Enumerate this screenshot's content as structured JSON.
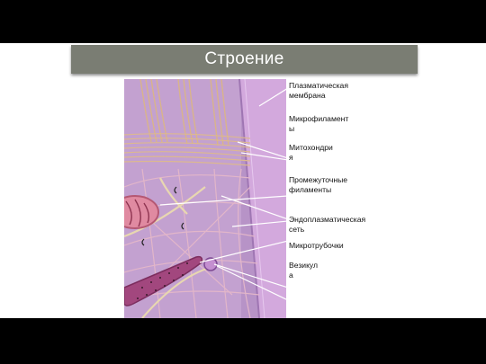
{
  "slide": {
    "title": "Строение",
    "labels": [
      "Плазматическая\nмембрана",
      "Микрофиламент\nы",
      "Митохондри\nя",
      "Промежуточные\nфиламенты",
      "Эндоплазматическая\nсеть",
      "Микротрубочки",
      "Везикул\nа"
    ]
  },
  "colors": {
    "background": "#000000",
    "slide": "#ffffff",
    "title_bar": "#7a7d73",
    "cytoplasm": "#b793c7",
    "membrane": "#d3a9dd",
    "filaments": "#d9b48a",
    "er": "#a2477e"
  }
}
